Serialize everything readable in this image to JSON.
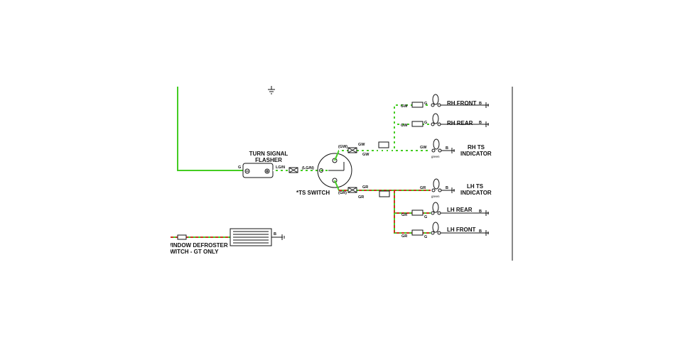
{
  "components": {
    "flasher_title": "TURN SIGNAL",
    "flasher_title2": "FLASHER",
    "ts_switch_label": "*TS SWITCH",
    "defroster_line1": "WINDOW DEFROSTER",
    "defroster_line2": "SWITCH - GT ONLY",
    "rh_front": "RH FRONT",
    "rh_rear": "RH REAR",
    "rh_ts_line1": "RH TS",
    "rh_ts_line2": "INDICATOR",
    "lh_ts_line1": "LH TS",
    "lh_ts_line2": "INDICATOR",
    "lh_rear": "LH REAR",
    "lh_front": "LH FRONT"
  },
  "wire_codes": {
    "g": "G",
    "lgn": "LG/N",
    "lgn_paren": "(LG/N)",
    "gw_paren": "(GW)",
    "gr_paren": "(GR)",
    "gw": "GW",
    "gr": "GR",
    "b": "B",
    "green": "green"
  },
  "colors": {
    "green_wire": "#44cc22",
    "red_tracer": "#cc3322",
    "ink": "#111111"
  }
}
